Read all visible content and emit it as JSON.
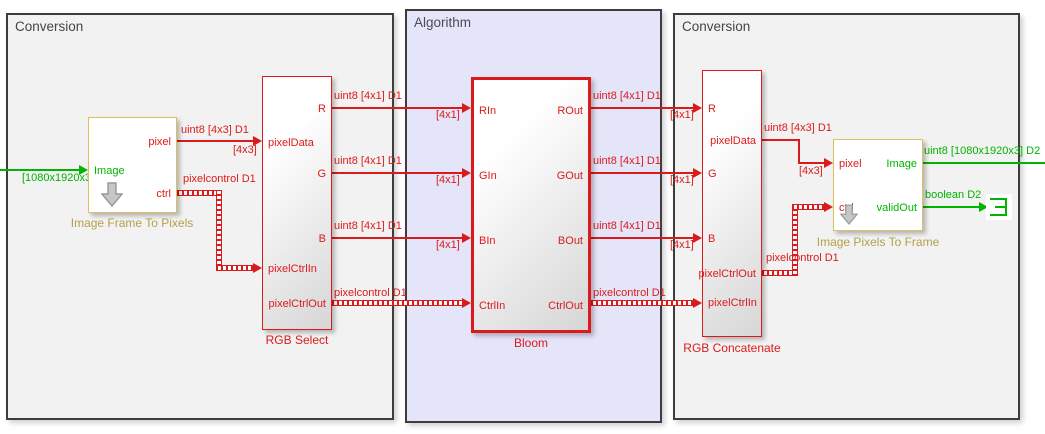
{
  "diagram": {
    "regions": {
      "left": {
        "title": "Conversion"
      },
      "middle": {
        "title": "Algorithm"
      },
      "right": {
        "title": "Conversion"
      }
    },
    "blocks": {
      "image_frame_to_pixels": {
        "name": "Image Frame To Pixels",
        "ports": {
          "image": "Image",
          "pixel": "pixel",
          "ctrl": "ctrl"
        }
      },
      "rgb_select": {
        "name": "RGB Select",
        "ports": {
          "pixelData": "pixelData",
          "pixelCtrlIn": "pixelCtrlIn",
          "r": "R",
          "g": "G",
          "b": "B",
          "pixelCtrlOut": "pixelCtrlOut"
        }
      },
      "bloom": {
        "name": "Bloom",
        "ports": {
          "rin": "RIn",
          "gin": "GIn",
          "bin": "BIn",
          "ctrlin": "CtrlIn",
          "rout": "ROut",
          "gout": "GOut",
          "bout": "BOut",
          "ctrlout": "CtrlOut"
        }
      },
      "rgb_concatenate": {
        "name": "RGB Concatenate",
        "ports": {
          "r": "R",
          "g": "G",
          "b": "B",
          "pixelCtrlIn": "pixelCtrlIn",
          "pixelData": "pixelData",
          "pixelCtrlOut": "pixelCtrlOut"
        }
      },
      "image_pixels_to_frame": {
        "name": "Image Pixels To Frame",
        "ports": {
          "pixel": "pixel",
          "ctrl": "ctrl",
          "image": "Image",
          "validOut": "validOut"
        }
      }
    },
    "signals": {
      "input_dims": "[1080x1920x3]",
      "pixel_type": "uint8 [4x3] D1",
      "pixel_dims": "[4x3]",
      "ctrl_type": "pixelcontrol D1",
      "chan_type": "uint8 [4x1] D1",
      "chan_dims": "[4x1]",
      "frame_out_type": "uint8 [1080x1920x3] D2",
      "valid_out_type": "boolean D2"
    },
    "colors": {
      "signal_red": "#DB1B1B",
      "signal_green": "#00B400",
      "block_yellow_border": "#DCC05E",
      "block_name_olive": "#B3A04B",
      "region_gray": "#F2F2F2",
      "region_lavender": "#E5E5F9"
    }
  }
}
